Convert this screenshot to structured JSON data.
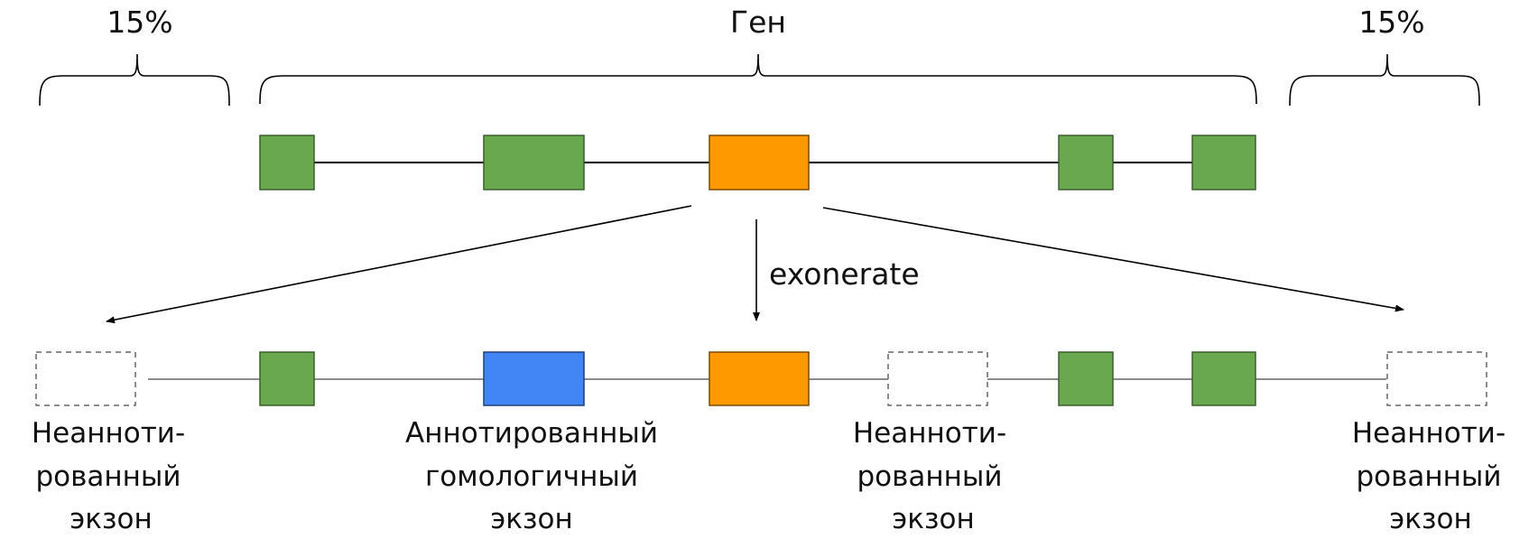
{
  "labels": {
    "left_flank": "15%",
    "gene": "Ген",
    "right_flank": "15%",
    "exonerate": "exonerate"
  },
  "captions": {
    "left": [
      "Неанноти-",
      "рованный",
      "экзон"
    ],
    "middle": [
      "Аннотированный",
      "гомологичный",
      "экзон"
    ],
    "center_right": [
      "Неанноти-",
      "рованный",
      "экзон"
    ],
    "right": [
      "Неанноти-",
      "рованный",
      "экзон"
    ]
  },
  "colors": {
    "annotated_exon": "#6aa84f",
    "query_exon": "#ff9900",
    "homologous_exon": "#4285f4",
    "unannotated_exon_border": "#666666",
    "line": "#000000"
  }
}
